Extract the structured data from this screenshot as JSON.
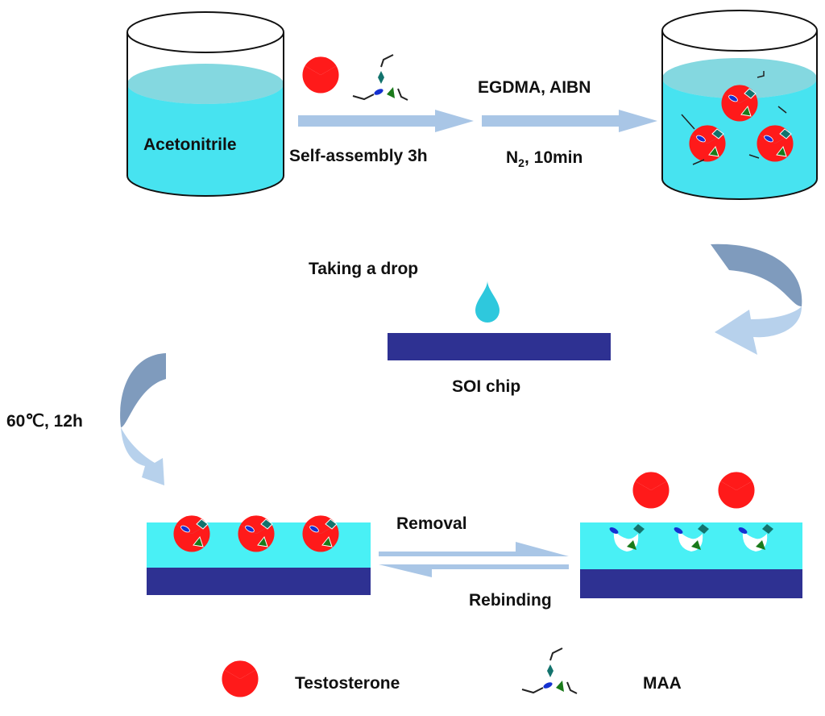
{
  "colors": {
    "solution": "#47e3f0",
    "solution_dark": "#1fb8c6",
    "substrate": "#2e3192",
    "polymer_film": "#49f0f5",
    "arrow": "#a9c6e6",
    "curve_arrow_dark": "#7f9bbd",
    "curve_arrow_light": "#b7d1ec",
    "template": "#ff1a1a",
    "maa_teal": "#13736d",
    "maa_green": "#1a7a1a",
    "maa_blue": "#1531d1",
    "droplet": "#2ec8dd"
  },
  "labels": {
    "solvent": "Acetonitrile",
    "step1": "Self-assembly 3h",
    "step2_top": "EGDMA, AIBN",
    "step2_bottom_prefix": "N",
    "step2_bottom_sub": "2",
    "step2_bottom_suffix": ", 10min",
    "drop": "Taking a drop",
    "chip": "SOI chip",
    "cure": "60℃, 12h",
    "removal": "Removal",
    "rebinding": "Rebinding"
  },
  "legend": {
    "template": "Testosterone",
    "monomer": "MAA"
  }
}
